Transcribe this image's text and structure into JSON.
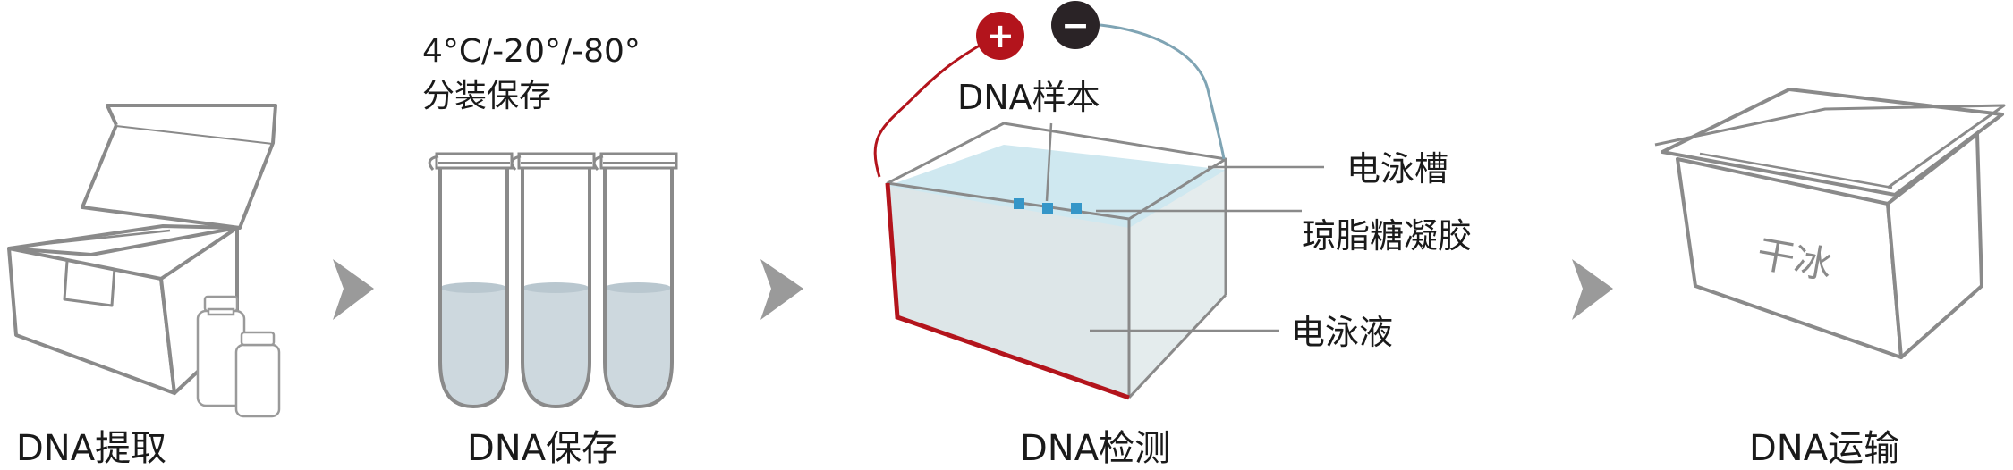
{
  "steps": [
    {
      "label": "DNA提取"
    },
    {
      "label": "DNA保存"
    },
    {
      "label": "DNA检测"
    },
    {
      "label": "DNA运输"
    }
  ],
  "storage": {
    "temps": "4°C/-20°/-80°",
    "note": "分装保存"
  },
  "detection": {
    "positive_symbol": "+",
    "negative_symbol": "−",
    "sample_label": "DNA样本",
    "tank_label": "电泳槽",
    "gel_label": "琼脂糖凝胶",
    "buffer_label": "电泳液"
  },
  "transport": {
    "box_label": "干冰"
  },
  "colors": {
    "outline": "#8a8a8a",
    "arrow": "#9a9a9a",
    "positive": "#b3141c",
    "negative": "#2a2326",
    "negative_wire": "#7fa4b4",
    "gel": "#cfe8f0",
    "buffer": "#dde6e8",
    "sample": "#3596c8",
    "tube_liquid": "#cdd8de"
  }
}
